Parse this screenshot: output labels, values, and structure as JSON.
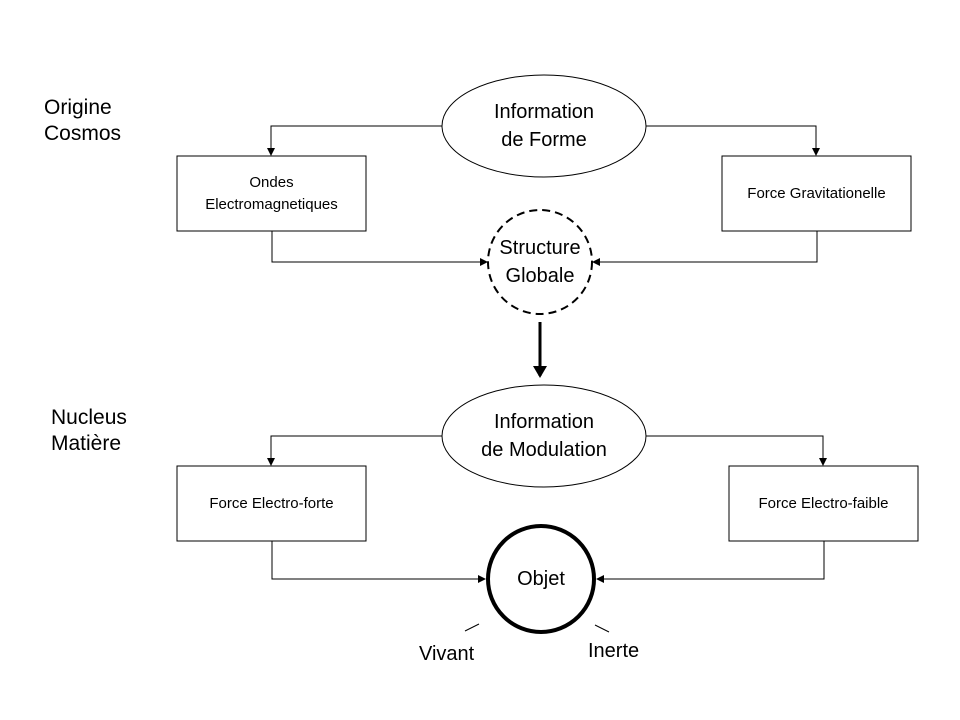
{
  "sections": {
    "cosmos": {
      "line1": "Origine",
      "line2": "Cosmos"
    },
    "matter": {
      "line1": "Nucleus",
      "line2": "Matière"
    }
  },
  "nodes": {
    "info_forme": {
      "line1": "Information",
      "line2": "de Forme"
    },
    "ondes": {
      "line1": "Ondes",
      "line2": "Electromagnetiques"
    },
    "gravitation": {
      "label": "Force Gravitationelle"
    },
    "structure": {
      "line1": "Structure",
      "line2": "Globale"
    },
    "info_modulation": {
      "line1": "Information",
      "line2": "de Modulation"
    },
    "electro_forte": {
      "label": "Force Electro-forte"
    },
    "electro_faible": {
      "label": "Force Electro-faible"
    },
    "objet": {
      "label": "Objet"
    }
  },
  "outcomes": {
    "vivant": "Vivant",
    "inerte": "Inerte"
  }
}
